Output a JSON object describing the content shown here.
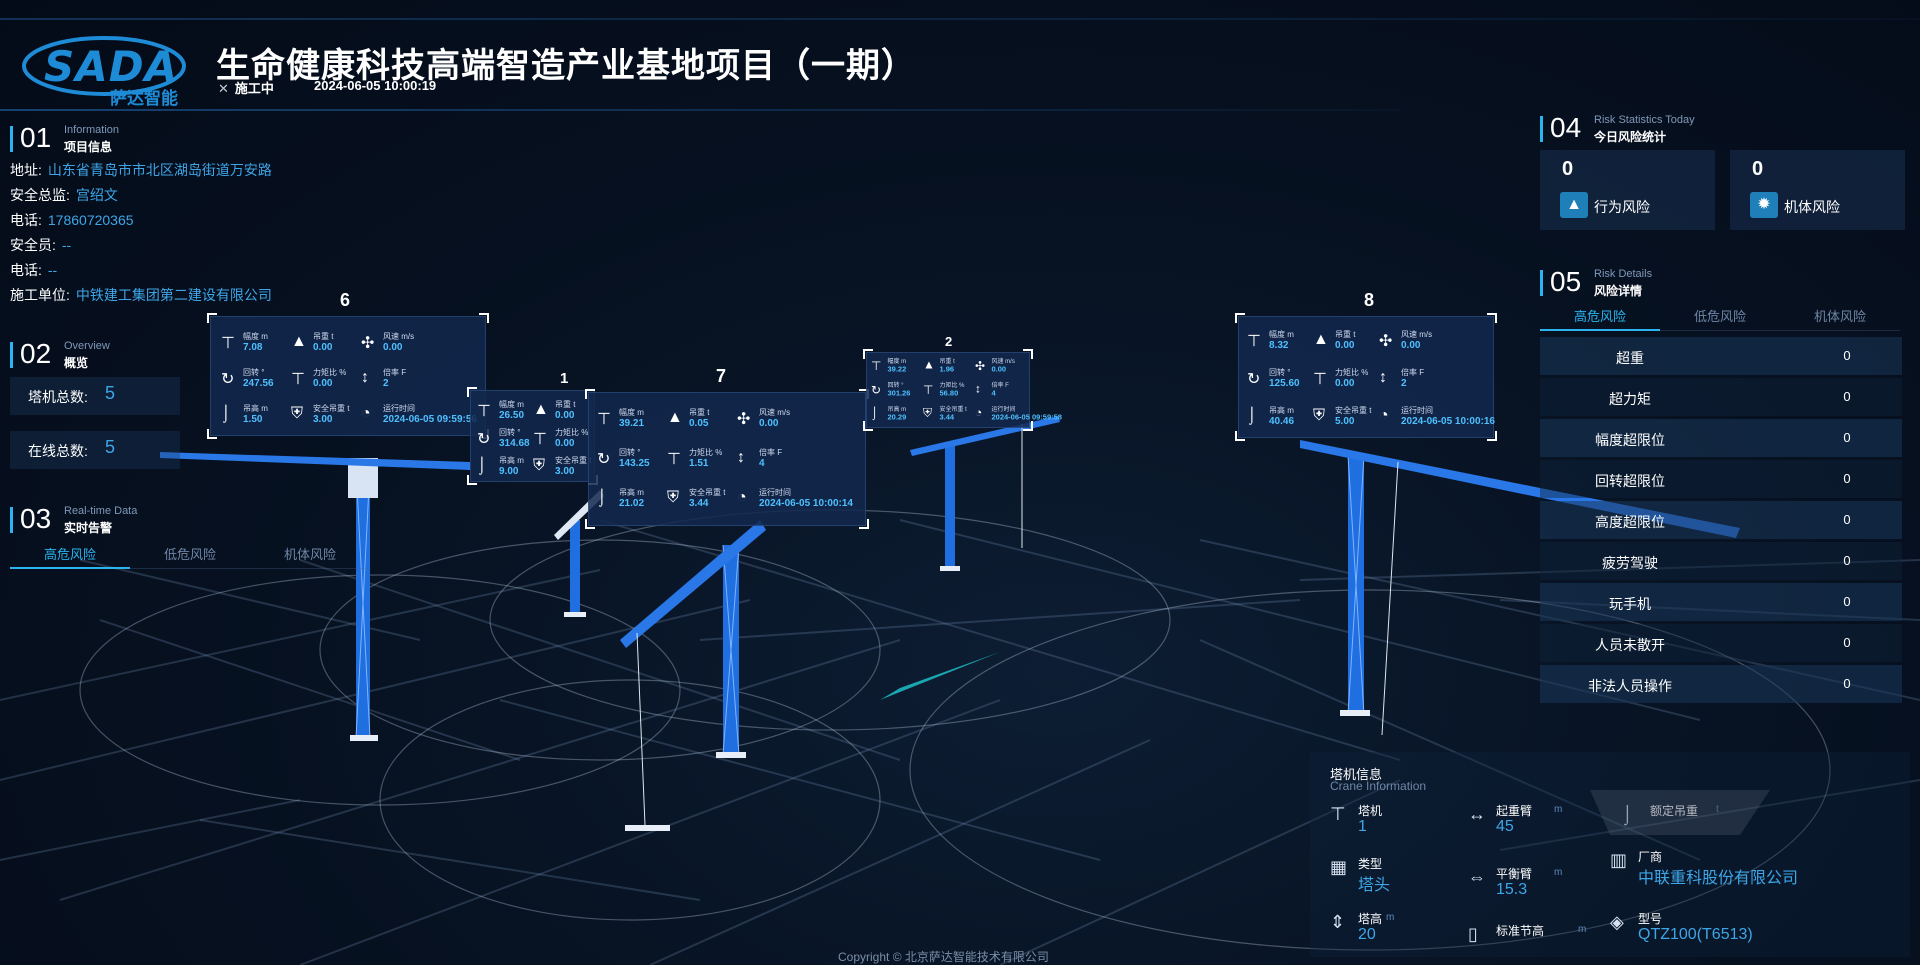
{
  "header": {
    "logo_text": "SADA",
    "logo_sub": "萨达智能",
    "title": "生命健康科技高端智造产业基地项目（一期）",
    "status": "施工中",
    "datetime": "2024-06-05 10:00:19"
  },
  "project_info": {
    "num": "01",
    "en": "Information",
    "cn": "项目信息",
    "rows": [
      {
        "label": "地址:",
        "value": "山东省青岛市市北区湖岛街道万安路"
      },
      {
        "label": "安全总监:",
        "value": "宫绍文"
      },
      {
        "label": "电话:",
        "value": "17860720365"
      },
      {
        "label": "安全员:",
        "value": "--"
      },
      {
        "label": "电话:",
        "value": "--"
      },
      {
        "label": "施工单位:",
        "value": "中铁建工集团第二建设有限公司"
      }
    ]
  },
  "overview": {
    "num": "02",
    "en": "Overview",
    "cn": "概览",
    "total_label": "塔机总数:",
    "total_value": "5",
    "online_label": "在线总数:",
    "online_value": "5"
  },
  "realtime": {
    "num": "03",
    "en": "Real-time Data",
    "cn": "实时告警",
    "tabs": [
      "高危风险",
      "低危风险",
      "机体风险"
    ]
  },
  "risk_stats": {
    "num": "04",
    "en": "Risk Statistics Today",
    "cn": "今日风险统计",
    "behavior": {
      "value": "0",
      "label": "行为风险",
      "icon": "warning-icon"
    },
    "machine": {
      "value": "0",
      "label": "机体风险",
      "icon": "gear-icon"
    }
  },
  "risk_details": {
    "num": "05",
    "en": "Risk Details",
    "cn": "风险详情",
    "tabs": [
      "高危风险",
      "低危风险",
      "机体风险"
    ],
    "rows": [
      {
        "name": "超重",
        "count": "0"
      },
      {
        "name": "超力矩",
        "count": "0"
      },
      {
        "name": "幅度超限位",
        "count": "0"
      },
      {
        "name": "回转超限位",
        "count": "0"
      },
      {
        "name": "高度超限位",
        "count": "0"
      },
      {
        "name": "疲劳驾驶",
        "count": "0"
      },
      {
        "name": "玩手机",
        "count": "0"
      },
      {
        "name": "人员未散开",
        "count": "0"
      },
      {
        "name": "非法人员操作",
        "count": "0"
      }
    ]
  },
  "cranes": {
    "c6": {
      "id": "6",
      "amp": "7.08",
      "load": "0.00",
      "wind": "0.00",
      "rot": "247.56",
      "moment": "0.00",
      "rate": "2",
      "hook": "1.50",
      "safe": "3.00",
      "time": "2024-06-05 09:59:56"
    },
    "c1": {
      "id": "1",
      "amp": "26.50",
      "load": "0.00",
      "rot": "314.68",
      "moment": "0.00",
      "hook": "9.00",
      "safe": "3.00"
    },
    "c7": {
      "id": "7",
      "amp": "39.21",
      "load": "0.05",
      "wind": "0.00",
      "rot": "143.25",
      "moment": "1.51",
      "rate": "4",
      "hook": "21.02",
      "safe": "3.44",
      "time": "2024-06-05 10:00:14"
    },
    "c2": {
      "id": "2",
      "amp": "39.22",
      "load": "1.96",
      "wind": "0.00",
      "rot": "301.26",
      "moment": "56.80",
      "rate": "4",
      "hook": "20.29",
      "safe": "3.44",
      "time": "2024-06-05 09:59:58"
    },
    "c8": {
      "id": "8",
      "amp": "8.32",
      "load": "0.00",
      "wind": "0.00",
      "rot": "125.60",
      "moment": "0.00",
      "rate": "2",
      "hook": "40.46",
      "safe": "5.00",
      "time": "2024-06-05 10:00:16"
    }
  },
  "card_labels": {
    "amp": "幅度 m",
    "load": "吊重 t",
    "wind": "风速 m/s",
    "rot": "回转 °",
    "moment": "力矩比 %",
    "rate": "倍率 F",
    "hook": "吊高 m",
    "safe": "安全吊重 t",
    "time": "运行时间"
  },
  "crane_info": {
    "title_cn": "塔机信息",
    "title_en": "Crane Information",
    "crane_label": "塔机",
    "crane_value": "1",
    "jib_label": "起重臂",
    "jib_unit": "m",
    "jib_value": "45",
    "rated_label": "额定吊重",
    "rated_unit": "t",
    "type_label": "类型",
    "type_value": "塔头",
    "counter_label": "平衡臂",
    "counter_unit": "m",
    "counter_value": "15.3",
    "maker_label": "厂商",
    "maker_value": "中联重科股份有限公司",
    "height_label": "塔高",
    "height_unit": "m",
    "height_value": "20",
    "section_label": "标准节高",
    "section_unit": "m",
    "model_label": "型号",
    "model_value": "QTZ100(T6513)"
  },
  "copyright": "Copyright © 北京萨达智能技术有限公司",
  "colors": {
    "accent": "#2bb4f0",
    "value_blue": "#3ea6e8",
    "crane_blue": "#1f6fe0",
    "background": "#061020"
  }
}
